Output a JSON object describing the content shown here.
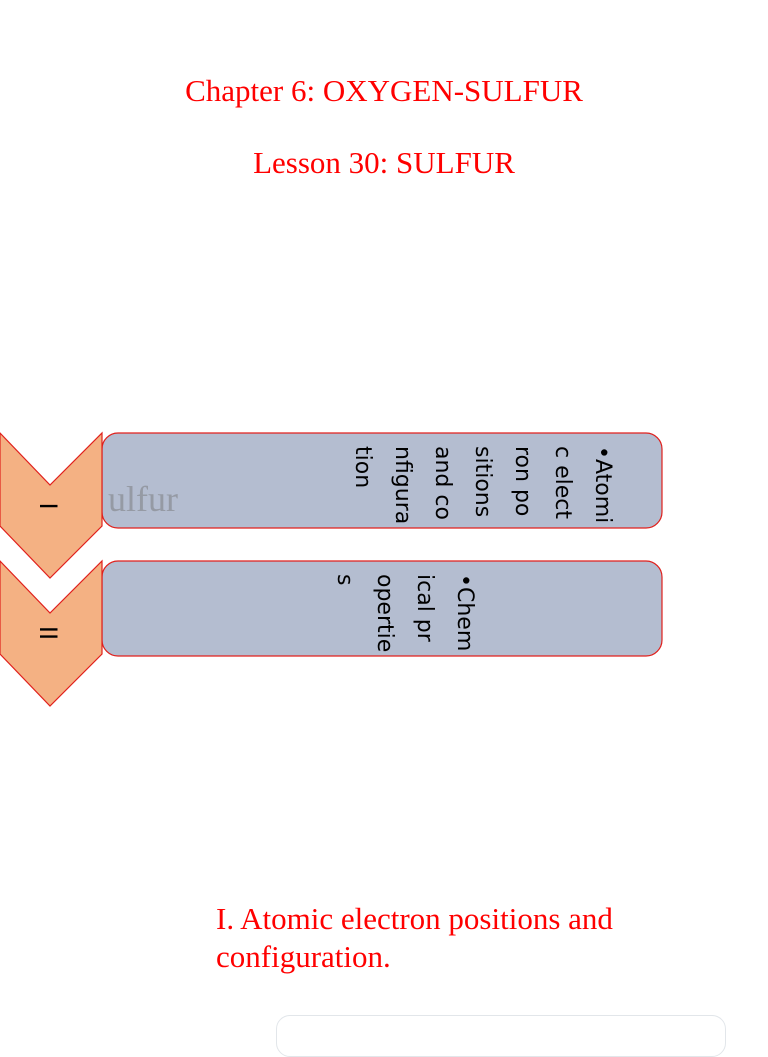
{
  "header": {
    "chapter_title": "Chapter 6: OXYGEN-SULFUR",
    "lesson_title": "Lesson 30: SULFUR"
  },
  "diagram": {
    "watermark_text": "ulfur",
    "items": [
      {
        "numeral": "I",
        "bullet": "•",
        "text": "Atomic electron positions and configuration"
      },
      {
        "numeral": "II",
        "bullet": "•",
        "text": "Chemical properties"
      }
    ]
  },
  "section": {
    "heading": "I. Atomic electron positions and configuration."
  },
  "colors": {
    "heading_red": "#ff0000",
    "chevron_fill": "#f4b183",
    "box_fill": "#b4bdd0",
    "outline_red": "#e0201c"
  }
}
